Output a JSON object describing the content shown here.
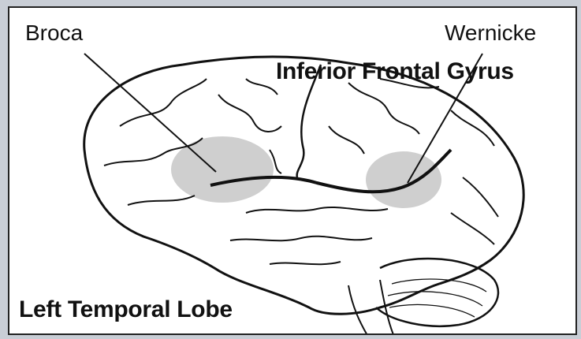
{
  "labels": {
    "broca": "Broca",
    "wernicke": "Wernicke",
    "inferior_frontal_gyrus": "Inferior Frontal Gyrus",
    "left_temporal_lobe": "Left Temporal Lobe"
  },
  "colors": {
    "frame": "#c9ced6",
    "highlight": "#cfcfcf",
    "outline": "#111111"
  }
}
